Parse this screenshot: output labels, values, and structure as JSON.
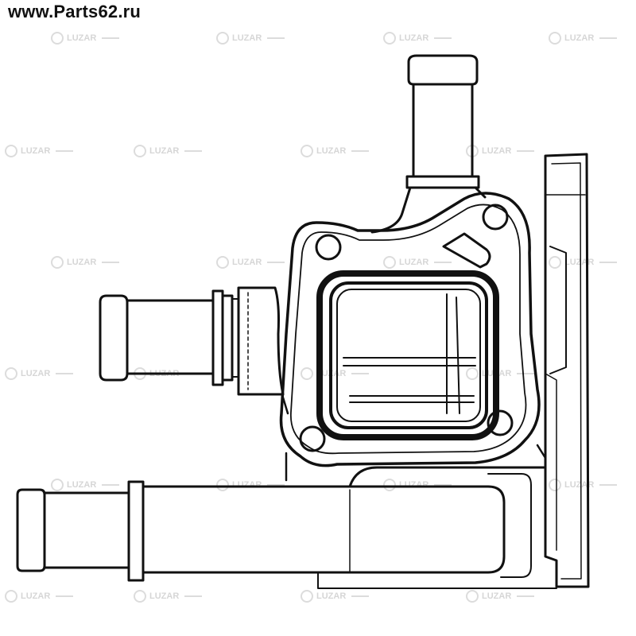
{
  "header": {
    "site_url": "www.Parts62.ru"
  },
  "watermark": {
    "brand": "LUZAR",
    "color": "#d6d6d6"
  },
  "drawing": {
    "subject": "thermostat-housing-line-drawing",
    "line_color": "#111111",
    "background": "#ffffff"
  }
}
